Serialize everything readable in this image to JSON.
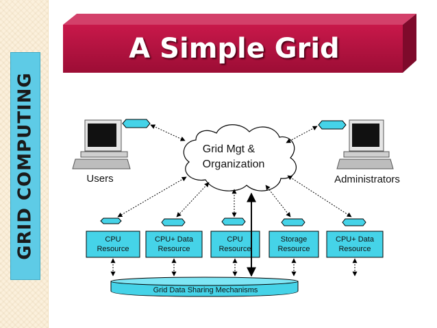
{
  "sidebar": {
    "title": "GRID COMPUTING"
  },
  "slide": {
    "title": "A Simple Grid"
  },
  "diagram": {
    "cloud_line1": "Grid Mgt &",
    "cloud_line2": "Organization",
    "users_label": "Users",
    "admins_label": "Administrators",
    "bus_label": "Grid Data Sharing Mechanisms",
    "resources": [
      {
        "line1": "CPU",
        "line2": "Resource"
      },
      {
        "line1": "CPU+ Data",
        "line2": "Resource"
      },
      {
        "line1": "CPU",
        "line2": "Resource"
      },
      {
        "line1": "Storage",
        "line2": "Resource"
      },
      {
        "line1": "CPU+ Data",
        "line2": "Resource"
      }
    ]
  },
  "colors": {
    "banner": "#b5123f",
    "sidebar_label": "#5ecbe6",
    "box_fill": "#45d3e8"
  }
}
